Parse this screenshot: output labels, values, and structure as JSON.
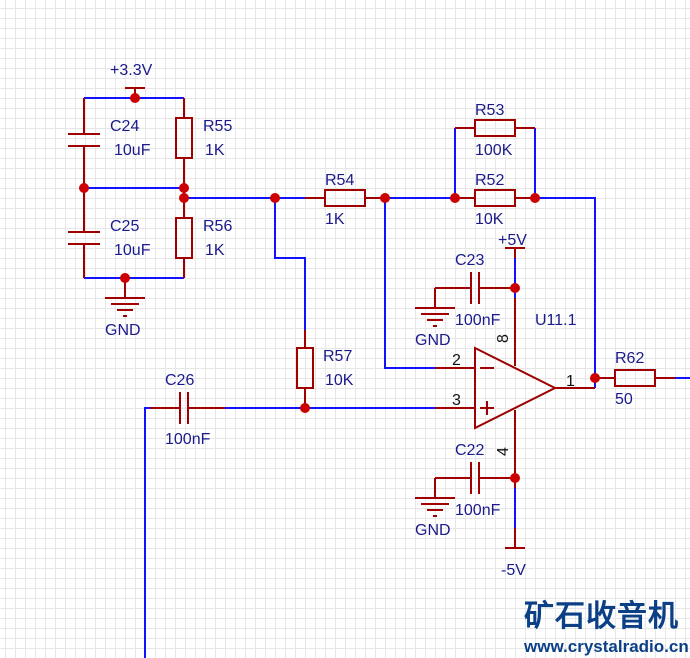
{
  "colors": {
    "wire": "#1212ff",
    "component": "#a00000",
    "junction": "#cc0000",
    "label": "#1a1a8c",
    "pin_number": "#111111",
    "grid": "#e6e6e6",
    "watermark": "#0b3f86"
  },
  "power_labels": {
    "vcc33": "+3.3V",
    "vcc5": "+5V",
    "vee5": "-5V",
    "gnd1": "GND",
    "gnd2": "GND",
    "gnd3": "GND"
  },
  "components": {
    "C24": {
      "ref": "C24",
      "value": "10uF"
    },
    "C25": {
      "ref": "C25",
      "value": "10uF"
    },
    "R55": {
      "ref": "R55",
      "value": "1K"
    },
    "R56": {
      "ref": "R56",
      "value": "1K"
    },
    "R54": {
      "ref": "R54",
      "value": "1K"
    },
    "R53": {
      "ref": "R53",
      "value": "100K"
    },
    "R52": {
      "ref": "R52",
      "value": "10K"
    },
    "R57": {
      "ref": "R57",
      "value": "10K"
    },
    "R62": {
      "ref": "R62",
      "value": "50"
    },
    "C23": {
      "ref": "C23",
      "value": "100nF"
    },
    "C22": {
      "ref": "C22",
      "value": "100nF"
    },
    "C26": {
      "ref": "C26",
      "value": "100nF"
    },
    "U11": {
      "ref": "U11.1"
    }
  },
  "opamp_pins": {
    "inv": "2",
    "noninv": "3",
    "out": "1",
    "vpos": "8",
    "vneg": "4",
    "inv_sign": "−",
    "noninv_sign": "+"
  },
  "watermark": {
    "title": "矿石收音机",
    "url": "www.crystalradio.cn"
  }
}
